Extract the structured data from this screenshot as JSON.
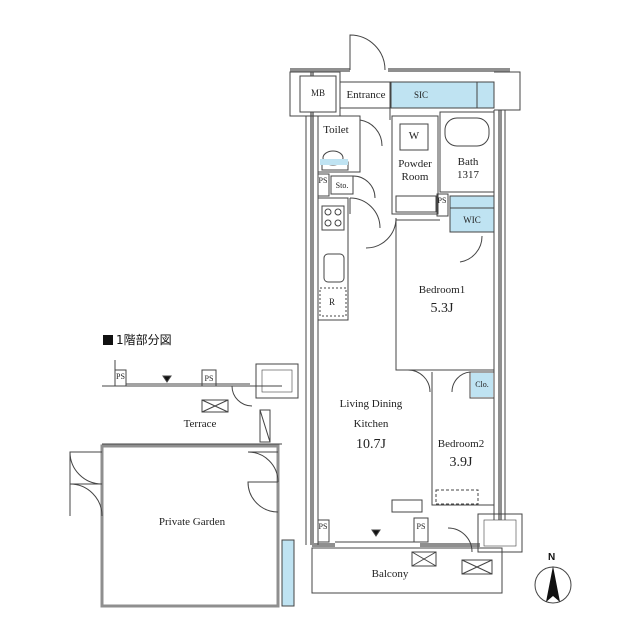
{
  "heading": "1階部分図",
  "north": "N",
  "rooms": {
    "mb": "MB",
    "entrance": "Entrance",
    "sic": "SIC",
    "toilet": "Toilet",
    "washer": "W",
    "powder_room_1": "Powder",
    "powder_room_2": "Room",
    "bath_1": "Bath",
    "bath_2": "1317",
    "ps": "PS",
    "sto": "Sto.",
    "wic": "WIC",
    "bedroom1": "Bedroom1",
    "bedroom1_size": "5.3J",
    "refrigerator": "R",
    "ldk_1": "Living Dining",
    "ldk_2": "Kitchen",
    "ldk_size": "10.7J",
    "clo": "Clo.",
    "bedroom2": "Bedroom2",
    "bedroom2_size": "3.9J",
    "balcony": "Balcony",
    "terrace": "Terrace",
    "private_garden": "Private Garden"
  },
  "colors": {
    "wall": "#9a9a9a",
    "line": "#444444",
    "storage_fill": "#bfe3f2",
    "garden_strip": "#bfe3f2"
  }
}
